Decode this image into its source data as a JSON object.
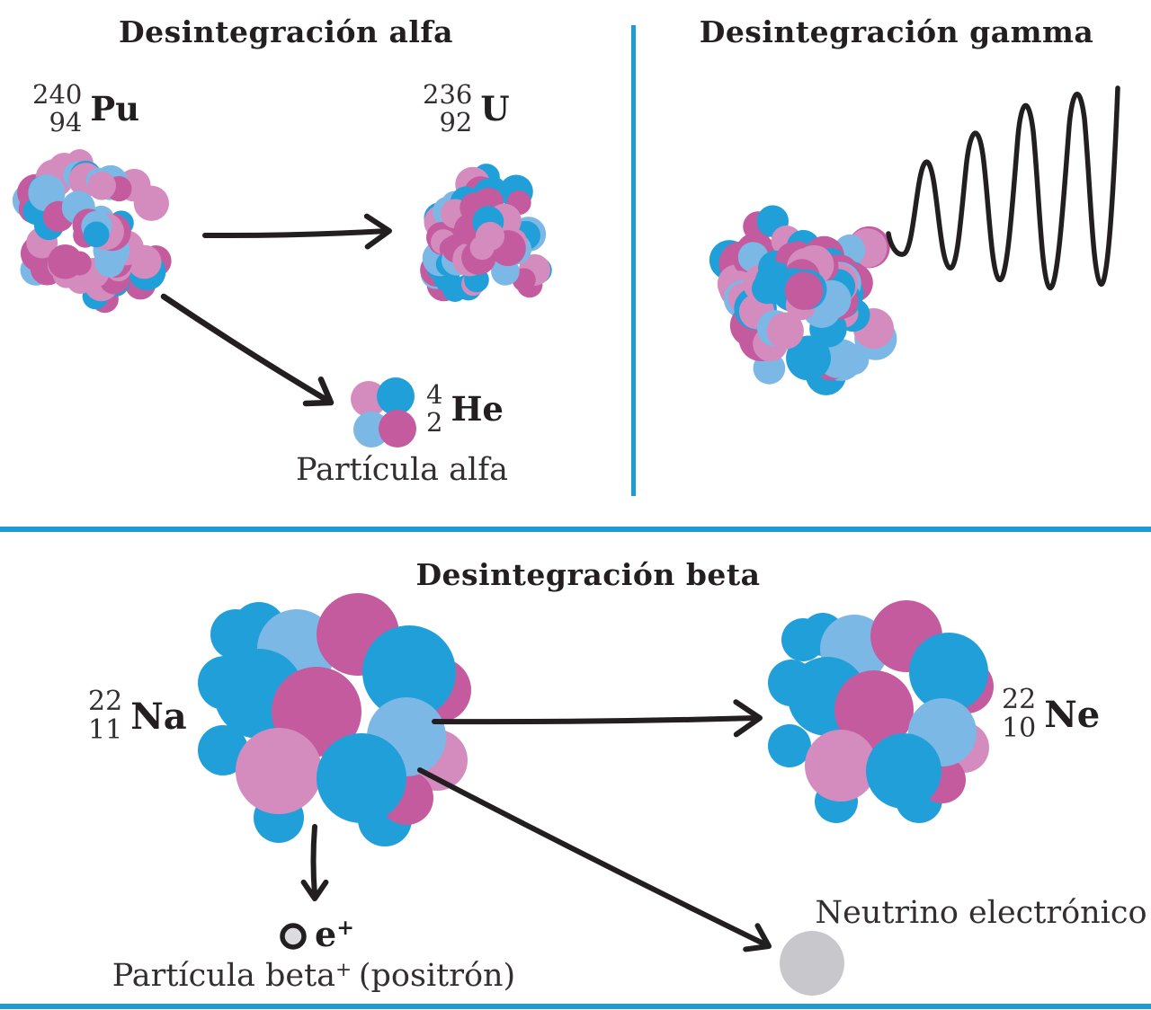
{
  "colors": {
    "divider": "#1d9cd3",
    "ink": "#231f20",
    "caption_ink": "#332e2f",
    "nucleon_blue": "#219fd8",
    "nucleon_light_blue": "#7cb8e6",
    "nucleon_magenta": "#c45b9f",
    "nucleon_pink": "#d48cbe",
    "neutrino_gray": "#c7c7cc",
    "positron_fill": "#dcdcdf"
  },
  "sections": {
    "alpha": {
      "title": "Desintegración alfa",
      "parent": {
        "mass": "240",
        "atomic": "94",
        "symbol": "Pu"
      },
      "daughter": {
        "mass": "236",
        "atomic": "92",
        "symbol": "U"
      },
      "particle": {
        "mass": "4",
        "atomic": "2",
        "symbol": "He"
      },
      "particle_label": "Partícula alfa"
    },
    "gamma": {
      "title": "Desintegración gamma"
    },
    "beta": {
      "title": "Desintegración beta",
      "parent": {
        "mass": "22",
        "atomic": "11",
        "symbol": "Na"
      },
      "daughter": {
        "mass": "22",
        "atomic": "10",
        "symbol": "Ne"
      },
      "positron_symbol": "e",
      "positron_charge": "+",
      "positron_label_pre": "Partícula beta",
      "positron_label_sup": "+",
      "positron_label_post": "(positrón)",
      "neutrino_label": "Neutrino electrónico"
    }
  }
}
